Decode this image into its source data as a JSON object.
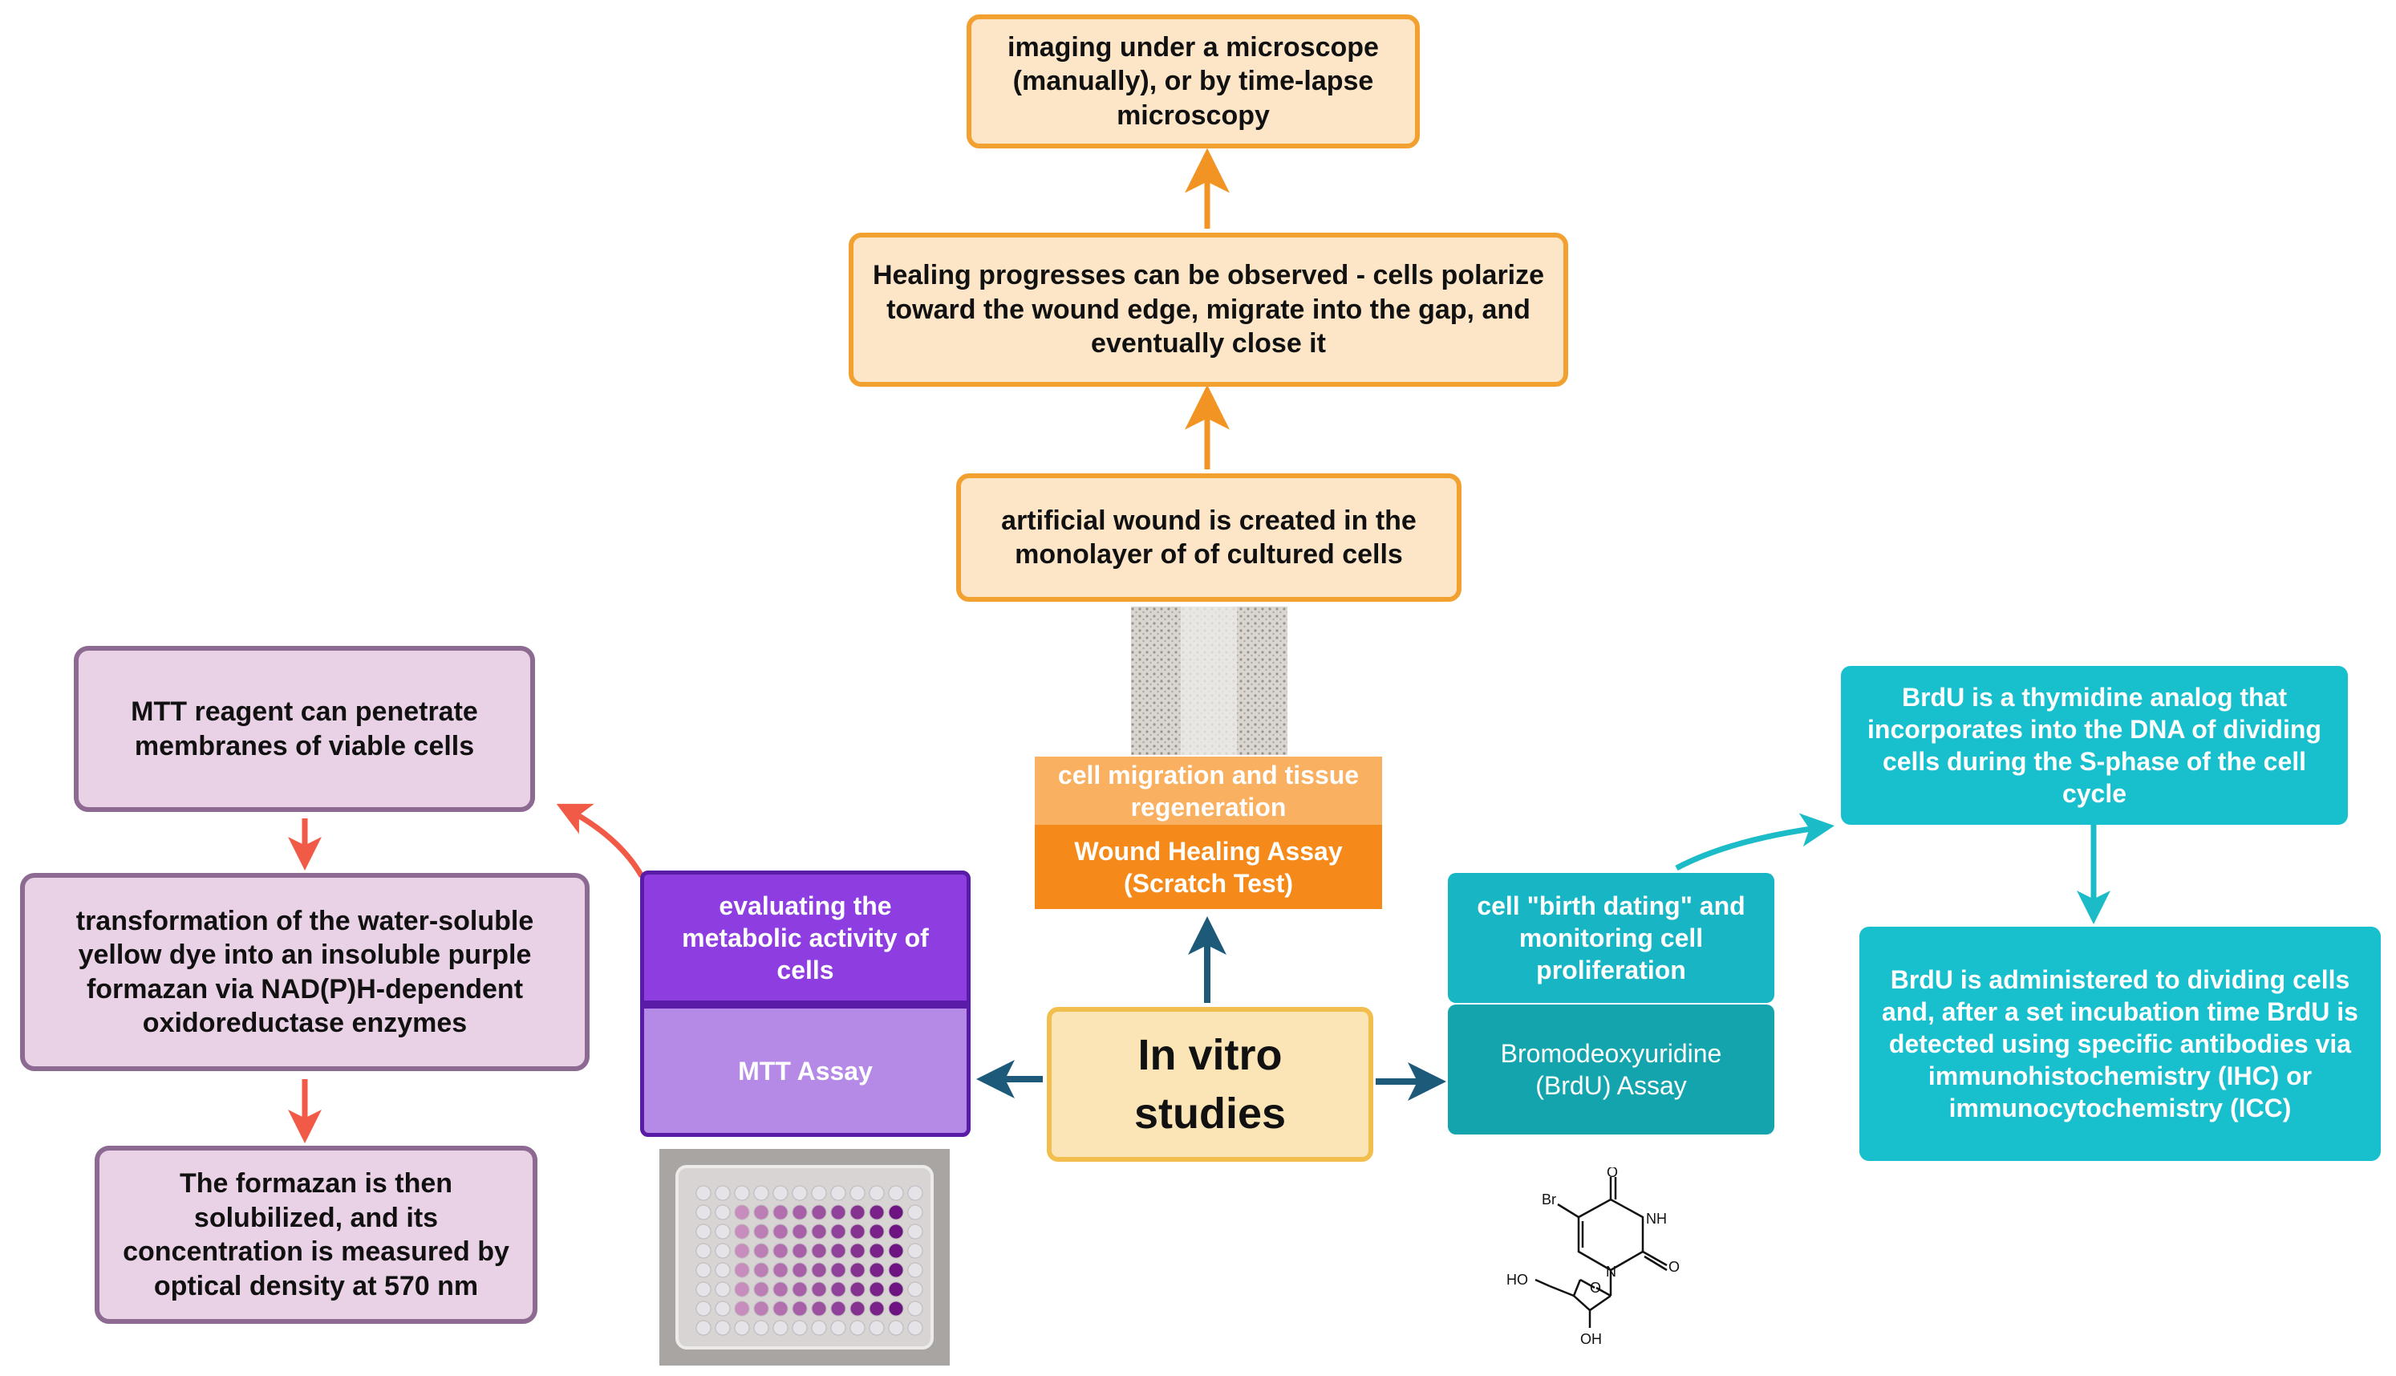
{
  "center": {
    "label": "In vitro studies"
  },
  "wound": {
    "top": "imaging under a microscope (manually), or by time-lapse microscopy",
    "middle": "Healing progresses can be observed - cells polarize toward the wound edge, migrate into the gap, and eventually close it",
    "bottom": "artificial wound is created in the monolayer of of cultured cells",
    "subtitle": "cell migration and tissue regeneration",
    "title": "Wound Healing Assay (Scratch Test)"
  },
  "mtt": {
    "step1": "MTT reagent can penetrate membranes of viable cells",
    "step2": "transformation of the water-soluble yellow dye into an insoluble purple formazan via NAD(P)H-dependent oxidoreductase enzymes",
    "step3": "The formazan is then solubilized, and its concentration is measured by optical density at 570 nm",
    "subtitle": "evaluating the metabolic activity of cells",
    "title": "MTT Assay"
  },
  "brdu": {
    "step1": "BrdU is a thymidine analog that incorporates into the DNA of dividing cells during the S-phase of the cell cycle",
    "step2": "BrdU is administered to dividing cells and, after a set incubation time BrdU is detected using specific antibodies via immunohistochemistry (IHC) or immunocytochemistry (ICC)",
    "subtitle": "cell \"birth dating\" and monitoring cell proliferation",
    "title": "Bromodeoxyuridine (BrdU) Assay"
  },
  "molecule": {
    "br": "Br",
    "o_top": "O",
    "nh": "NH",
    "n": "N",
    "o_right": "O",
    "ho": "HO",
    "o_ring": "O",
    "oh": "OH"
  },
  "colors": {
    "orange_arrow": "#f29423",
    "blue_arrow": "#1d5a7a",
    "red_arrow": "#f05a46",
    "teal_arrow": "#1bbcc8"
  }
}
